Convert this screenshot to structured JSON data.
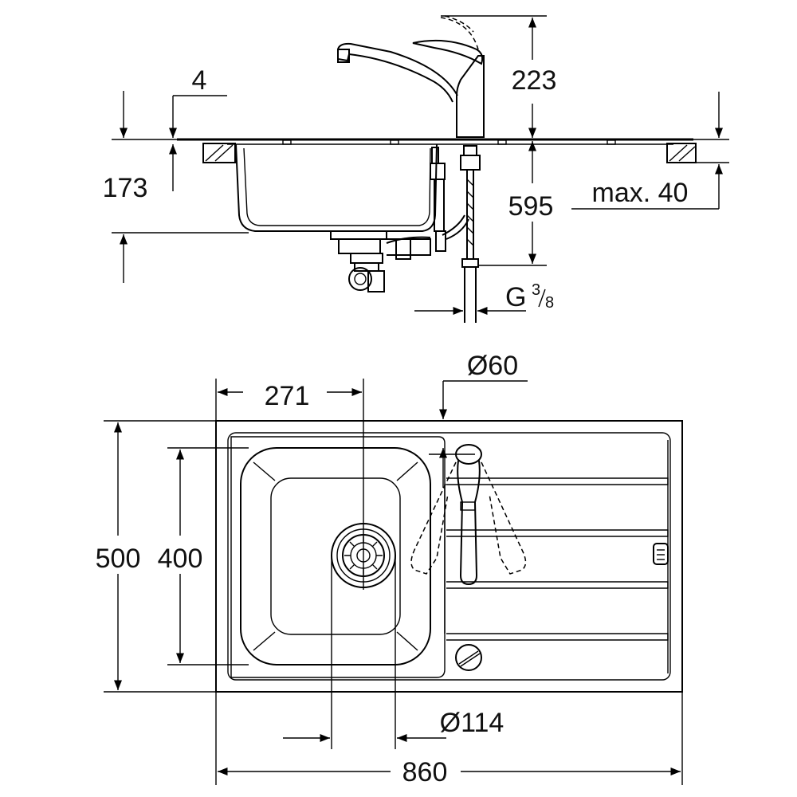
{
  "side_view": {
    "dim_4": "4",
    "dim_223": "223",
    "dim_173": "173",
    "dim_595": "595",
    "dim_max40": "max. 40",
    "thread_prefix": "G",
    "thread_num": "3",
    "thread_den": "8"
  },
  "top_view": {
    "dim_271": "271",
    "dim_d60": "Ø60",
    "dim_500": "500",
    "dim_400": "400",
    "dim_d114": "Ø114",
    "dim_860": "860"
  },
  "icons": [
    "faucet-icon",
    "drain-icon",
    "overflow-icon"
  ]
}
